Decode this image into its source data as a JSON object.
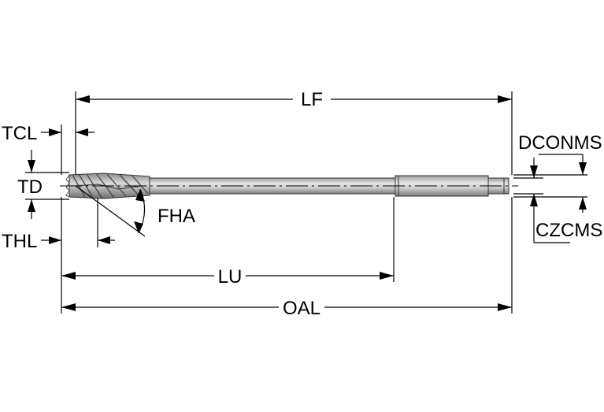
{
  "labels": {
    "lf": "LF",
    "tcl": "TCL",
    "td": "TD",
    "fha": "FHA",
    "thl": "THL",
    "lu": "LU",
    "oal": "OAL",
    "dconms": "DCONMS",
    "czcms": "CZCMS"
  },
  "colors": {
    "background": "#ffffff",
    "line": "#000000",
    "tool_body": "#c8c8c8",
    "tool_dark": "#8c8c8c"
  }
}
